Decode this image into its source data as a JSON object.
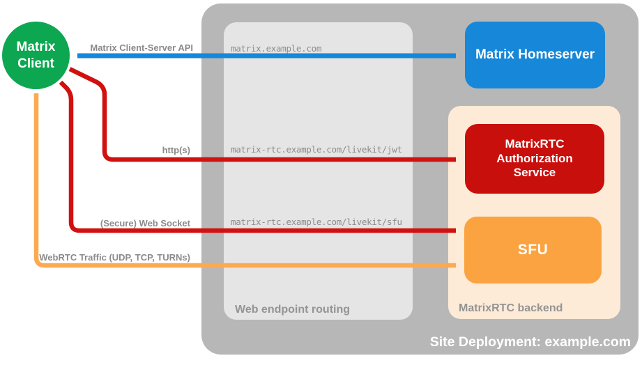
{
  "nodes": {
    "client": {
      "label": "Matrix Client",
      "color": "#0ca750"
    },
    "homeserver": {
      "label": "Matrix Homeserver",
      "color": "#1687d9"
    },
    "auth_service": {
      "label": "MatrixRTC Authorization Service",
      "color": "#c90f0c"
    },
    "sfu": {
      "label": "SFU",
      "color": "#fba340"
    }
  },
  "sections": {
    "site_deployment": {
      "label": "Site Deployment: example.com",
      "color": "#b7b7b7"
    },
    "web_endpoint_routing": {
      "label": "Web endpoint routing",
      "color": "#e5e5e5"
    },
    "matrixrtc_backend": {
      "label": "MatrixRTC backend",
      "color": "#fdebd7"
    }
  },
  "connections": [
    {
      "label": "Matrix Client-Server API",
      "from": "Matrix Client",
      "to": "Matrix Homeserver",
      "color": "#1687d9",
      "endpoint": "matrix.example.com"
    },
    {
      "label": "http(s)",
      "from": "Matrix Client",
      "to": "MatrixRTC Authorization Service",
      "color": "#d01110",
      "endpoint": "matrix-rtc.example.com/livekit/jwt"
    },
    {
      "label": "(Secure) Web Socket",
      "from": "Matrix Client",
      "to": "SFU",
      "color": "#d01110",
      "endpoint": "matrix-rtc.example.com/livekit/sfu"
    },
    {
      "label": "WebRTC Traffic (UDP, TCP, TURNs)",
      "from": "Matrix Client",
      "to": "SFU",
      "color": "#fbaa50",
      "endpoint": ""
    }
  ],
  "endpoints": [
    "matrix.example.com",
    "matrix-rtc.example.com/livekit/jwt",
    "matrix-rtc.example.com/livekit/sfu"
  ]
}
